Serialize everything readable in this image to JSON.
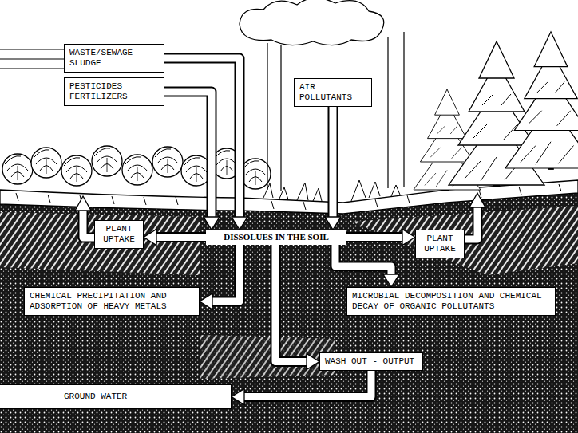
{
  "diagram": {
    "nodes": [
      {
        "text": [
          "WASTE/SEWAGE SLUDGE"
        ]
      },
      {
        "text": [
          "PESTICIDES FERTILIZERS"
        ]
      },
      {
        "text": [
          "AIR POLLUTANTS"
        ]
      },
      {
        "text": [
          "PLANT UPTAKE"
        ]
      },
      {
        "text": [
          "DISSOLUES IN THE SOIL"
        ]
      },
      {
        "text": [
          "PLANT UPTAKE"
        ]
      },
      {
        "text": [
          "CHEMICAL PRECIPITATION AND ADSORPTION OF HEAVY METALS"
        ]
      },
      {
        "text": [
          "MICROBIAL DECOMPOSITION AND CHEMICAL DECAY OF ORGANIC POLLUTANTS"
        ]
      },
      {
        "text": [
          "WASH OUT - OUTPUT"
        ]
      },
      {
        "text": [
          "GROUND WATER"
        ]
      }
    ],
    "edges": [
      {
        "from": 0,
        "to": 4,
        "arrow": "to"
      },
      {
        "from": 1,
        "to": 4,
        "arrow": "to"
      },
      {
        "from": 2,
        "to": 4,
        "arrow": "to"
      },
      {
        "from": 4,
        "to": 3,
        "arrow": "to"
      },
      {
        "from": 4,
        "to": 5,
        "arrow": "to"
      },
      {
        "from": 4,
        "to": 6,
        "arrow": "to"
      },
      {
        "from": 4,
        "to": 7,
        "arrow": "to"
      },
      {
        "from": 4,
        "to": 8,
        "arrow": "to"
      },
      {
        "from": 8,
        "to": 9,
        "arrow": "to"
      }
    ]
  }
}
